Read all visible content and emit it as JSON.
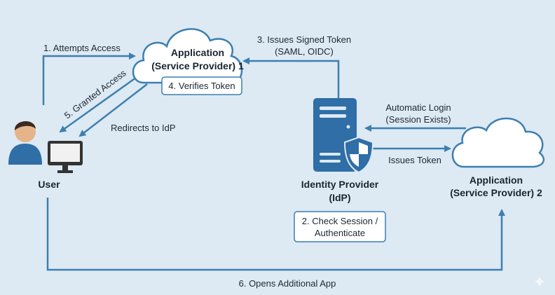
{
  "nodes": {
    "user": {
      "label": "User"
    },
    "sp1": {
      "line1": "Application",
      "line2": "(Service Provider) 1",
      "note": "4. Verifies Token"
    },
    "idp": {
      "line1": "Identity Provider",
      "line2": "(IdP)",
      "note_line1": "2. Check Session /",
      "note_line2": "Authenticate"
    },
    "sp2": {
      "line1": "Application",
      "line2": "(Service Provider) 2"
    }
  },
  "edges": {
    "attempts": "1. Attempts Access",
    "issues_signed_1": "3. Issues Signed Token",
    "issues_signed_2": "(SAML, OIDC)",
    "granted": "5. Granted Access",
    "redirects": "Redirects to IdP",
    "auto_login_1": "Automatic Login",
    "auto_login_2": "(Session Exists)",
    "issues_token": "Issues Token",
    "opens_app": "6. Opens Additional App"
  },
  "colors": {
    "background": "#dde9f3",
    "arrow": "#3d7fb0",
    "server": "#2f6ea6",
    "cloud_stroke": "#3d7fb0"
  }
}
